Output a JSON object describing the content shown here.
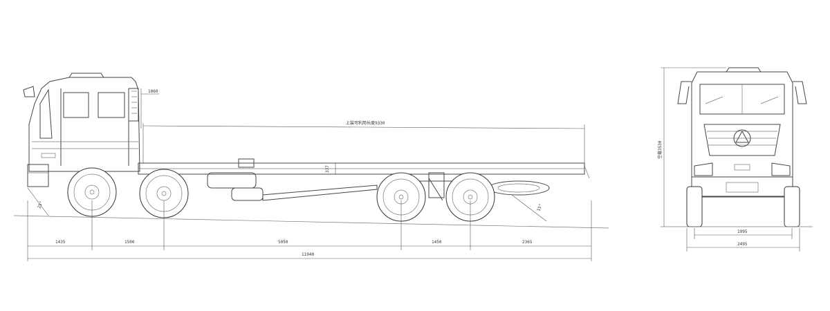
{
  "side_view": {
    "dimensions": {
      "overall_length": "11940",
      "front_overhang": "1435",
      "wheelbase_1": "1500",
      "wheelbase_2": "5050",
      "wheelbase_3": "1450",
      "rear_overhang": "2365",
      "upper_frame_length": "上装可利用长度9330",
      "top_clearance": "1060",
      "frame_height": "337",
      "approach_angle": "25°",
      "departure_angle": "15°"
    }
  },
  "front_view": {
    "dimensions": {
      "track_width": "1995",
      "overall_width": "2495",
      "overall_height": "空载3530"
    }
  }
}
